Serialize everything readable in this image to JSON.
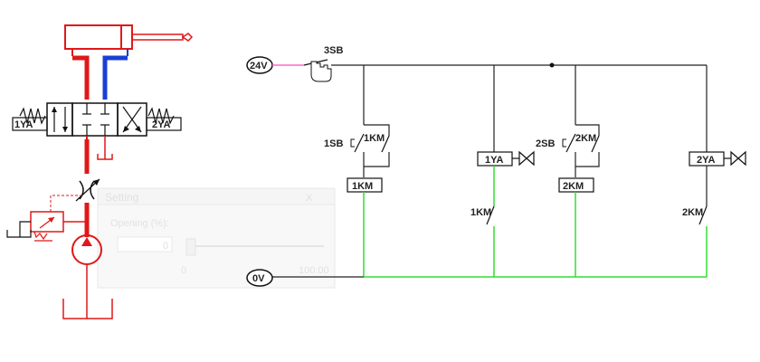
{
  "colors": {
    "pressure": "#e01818",
    "return": "#1a3fd6",
    "wire": "#222222",
    "energized": "#33dd33",
    "pink": "#ff66cc",
    "ghost": "#cccccc"
  },
  "hydraulic": {
    "coil_left": "1YA",
    "coil_right": "2YA"
  },
  "circuit": {
    "supply_label": "24V",
    "ground_label": "0V",
    "start_button": "3SB",
    "button_1sb": "1SB",
    "button_2sb": "2SB",
    "contact_1km_hold": "1KM",
    "contact_2km_hold": "2KM",
    "coil_1km": "1KM",
    "coil_2km": "2KM",
    "solenoid_1ya": "1YA",
    "solenoid_2ya": "2YA",
    "contact_1km_branch": "1KM",
    "contact_2km_branch": "2KM"
  },
  "setting_dialog": {
    "title": "Setting",
    "close": "X",
    "field_label": "Opening (%):",
    "value": "0",
    "range_min": "0",
    "range_max": "100.00"
  }
}
